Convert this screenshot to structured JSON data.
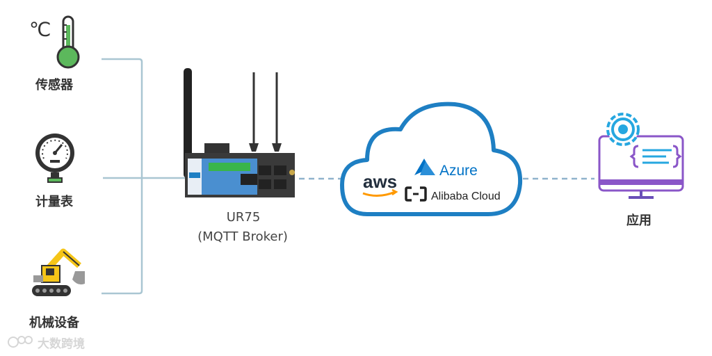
{
  "diagram": {
    "devices": [
      {
        "label": "传感器",
        "icon": "thermometer-icon"
      },
      {
        "label": "计量表",
        "icon": "pressure-gauge-icon"
      },
      {
        "label": "机械设备",
        "icon": "excavator-icon"
      }
    ],
    "router": {
      "name": "UR75",
      "subtitle": "(MQTT Broker)"
    },
    "cloud": {
      "providers": [
        "aws",
        "Azure",
        "Alibaba Cloud"
      ],
      "colors": {
        "outline": "#1e7fc3",
        "aws_arrow": "#ff9900",
        "azure": "#0072c6"
      }
    },
    "application": {
      "label": "应用",
      "icon": "monitor-gear-icon"
    },
    "watermark": "大数跨境"
  },
  "colors": {
    "thermo": "#5cb85c",
    "excavator": "#f5c518",
    "connector": "#9cbccb",
    "dashed": "#8fb2cc",
    "app": "#26a7e0"
  }
}
